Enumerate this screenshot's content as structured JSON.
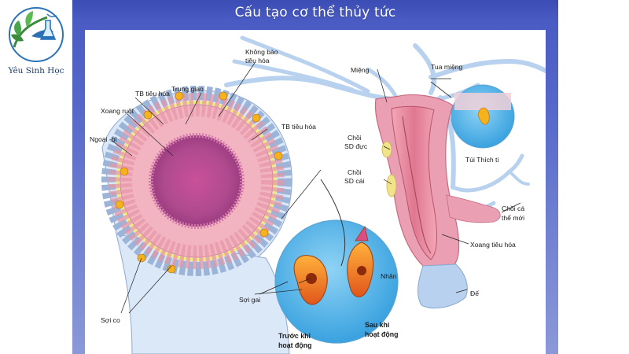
{
  "title": "Cấu tạo cơ thể thủy tức",
  "logo": {
    "text": "Yêu Sinh Học"
  },
  "labels": {
    "khong_bao": [
      "Không bào",
      "tiêu hóa"
    ],
    "trung_giao": "Trung giao",
    "tb_tieu_hoa_1": "TB tiêu hóa",
    "xoang_ruot": "Xoang ruột",
    "ngoai_bi": "Ngoại -bì",
    "tb_tieu_hoa_2": "TB tiêu hóa",
    "soi_co": "Sợi co",
    "soi_gai": "Sợi gai",
    "nhan": "Nhân",
    "truoc_khi": [
      "Trước khi",
      "hoạt động"
    ],
    "sau_khi": [
      "Sau khi",
      "hoạt động"
    ],
    "mieng": "Miệng",
    "tua_mieng": "Tua miệng",
    "tui_thich_ti": "Túi Thích ti",
    "choi_sd_duc": [
      "Chồi",
      "SD đực"
    ],
    "choi_sd_cai": [
      "Chồi",
      "SD cái"
    ],
    "choi_ca_the_moi": [
      "Chồi cá",
      "thể mới"
    ],
    "xoang_tieu_hoa": "Xoang tiêu hóa",
    "de": "Đế"
  },
  "colors": {
    "background_top": "#3b4db5",
    "background_bottom": "#8b98d8",
    "magnifier": "#4fb0e6",
    "body_pink": "#e8758f",
    "tentacle_blue": "#b9d3ee",
    "cnidocyte_orange": "#f08a2a"
  }
}
